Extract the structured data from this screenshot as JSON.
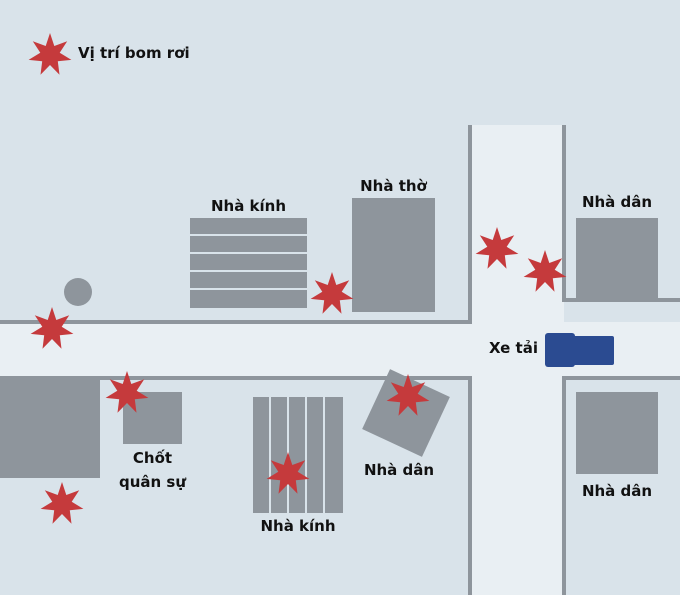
{
  "legend": {
    "icon": "explosion-star-icon",
    "label": "Vị trí bom rơi"
  },
  "labels": {
    "greenhouse_top": "Nhà kính",
    "church": "Nhà thờ",
    "house_top_right": "Nhà dân",
    "truck": "Xe tải",
    "checkpoint_line1": "Chốt",
    "checkpoint_line2": "quân sự",
    "greenhouse_bottom": "Nhà kính",
    "house_rotated": "Nhà dân",
    "house_bottom_right": "Nhà dân"
  },
  "colors": {
    "background": "#d9e3ea",
    "road": "#e9eff3",
    "building": "#8e959c",
    "bomb": "#c53a3c",
    "truck": "#2b4b91"
  },
  "bomb_count": 8
}
